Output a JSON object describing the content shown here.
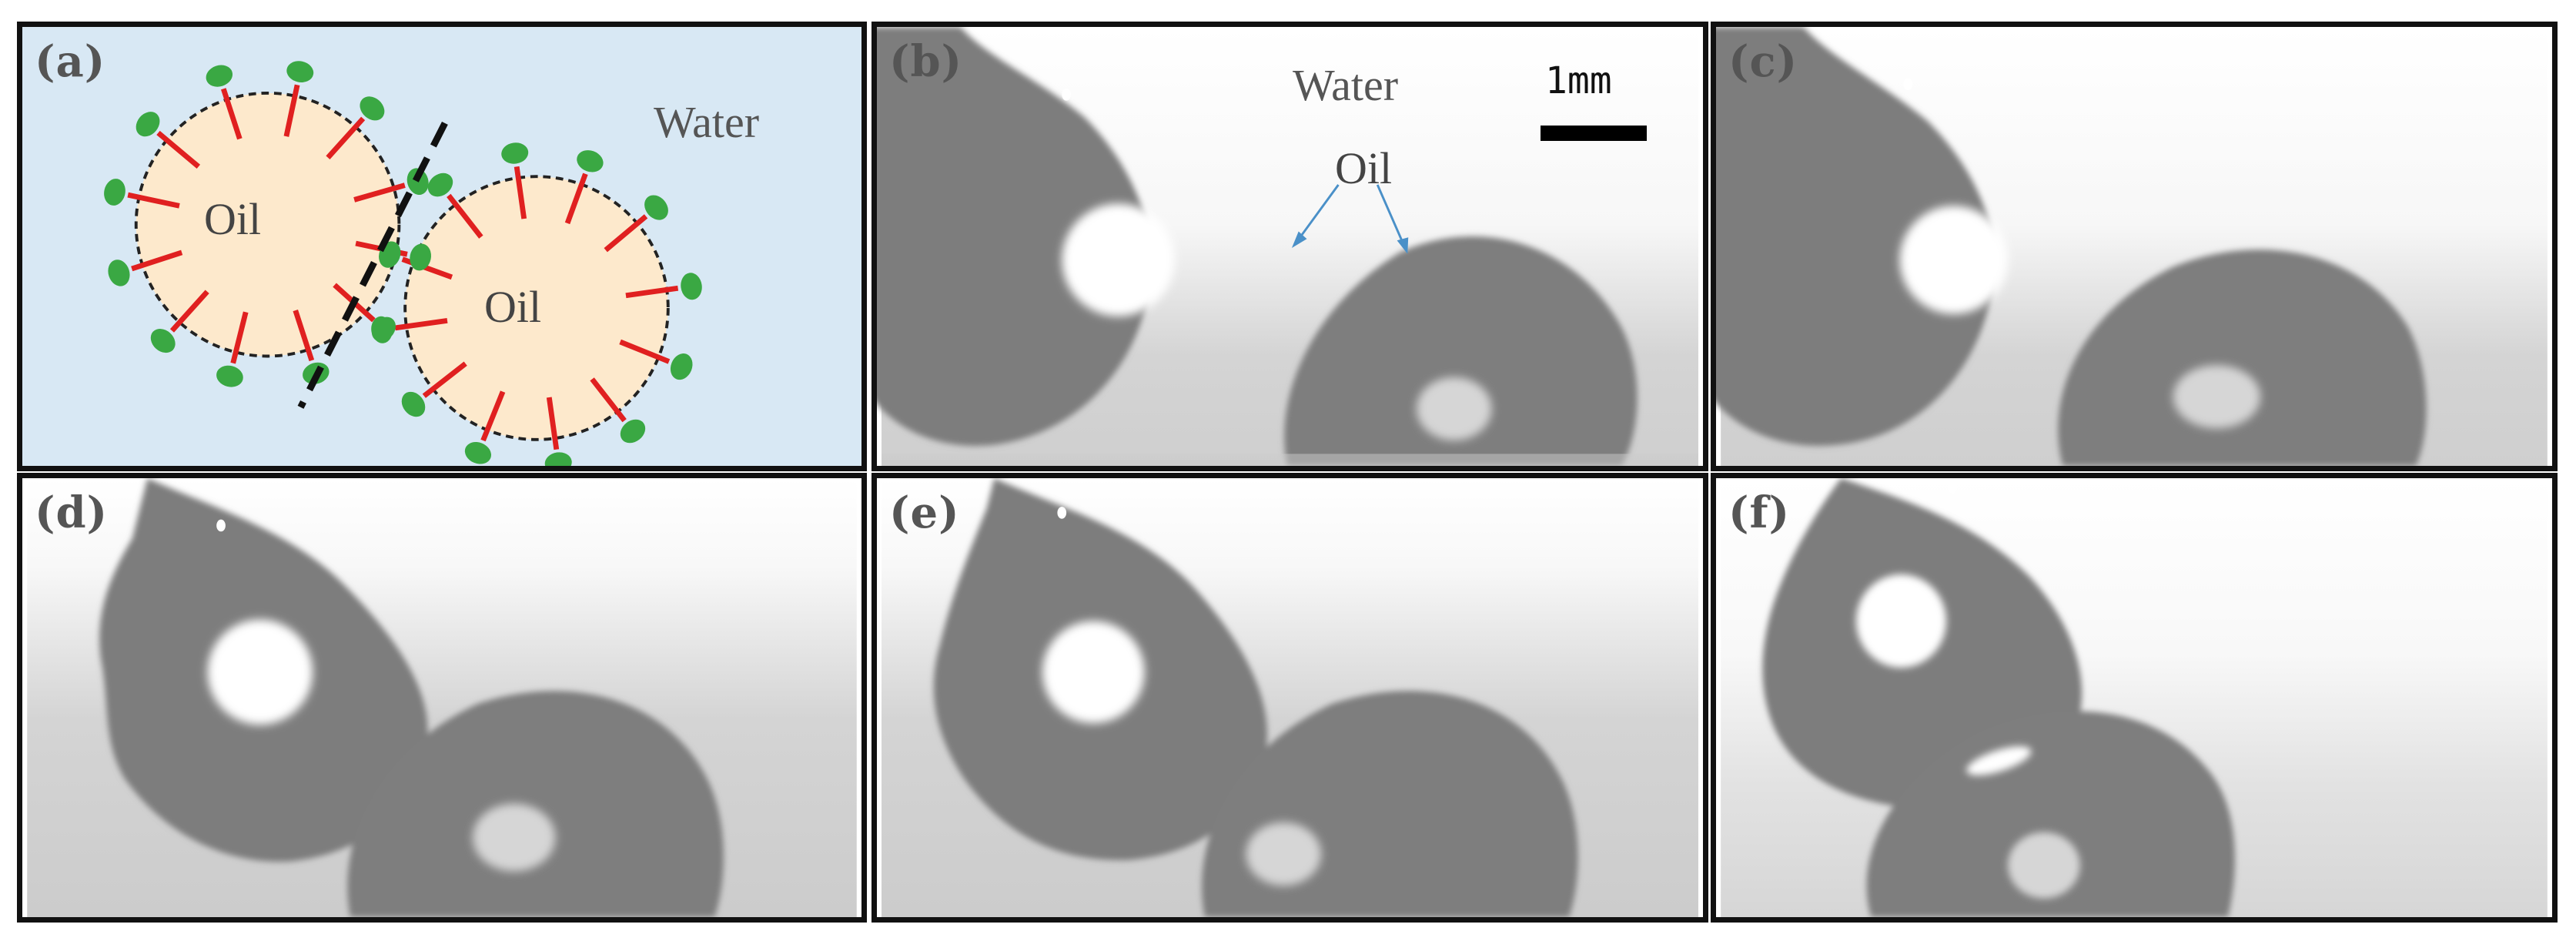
{
  "figure": {
    "panels": [
      {
        "id": "a",
        "label": "(a)"
      },
      {
        "id": "b",
        "label": "(b)"
      },
      {
        "id": "c",
        "label": "(c)"
      },
      {
        "id": "d",
        "label": "(d)"
      },
      {
        "id": "e",
        "label": "(e)"
      },
      {
        "id": "f",
        "label": "(f)"
      }
    ],
    "schematic": {
      "medium_label": "Water",
      "droplet_labels": [
        "Oil",
        "Oil"
      ]
    },
    "photo_b": {
      "medium_label": "Water",
      "droplet_label": "Oil",
      "scale_bar_text": "1mm"
    },
    "colors": {
      "schematic_background": "#d8e8f4",
      "oil_fill": "#fde9cc",
      "surfactant_tail": "#e02020",
      "surfactant_head": "#3aa843",
      "droplet_gray": "#7f7f7f",
      "arrow": "#4a90c8"
    }
  }
}
